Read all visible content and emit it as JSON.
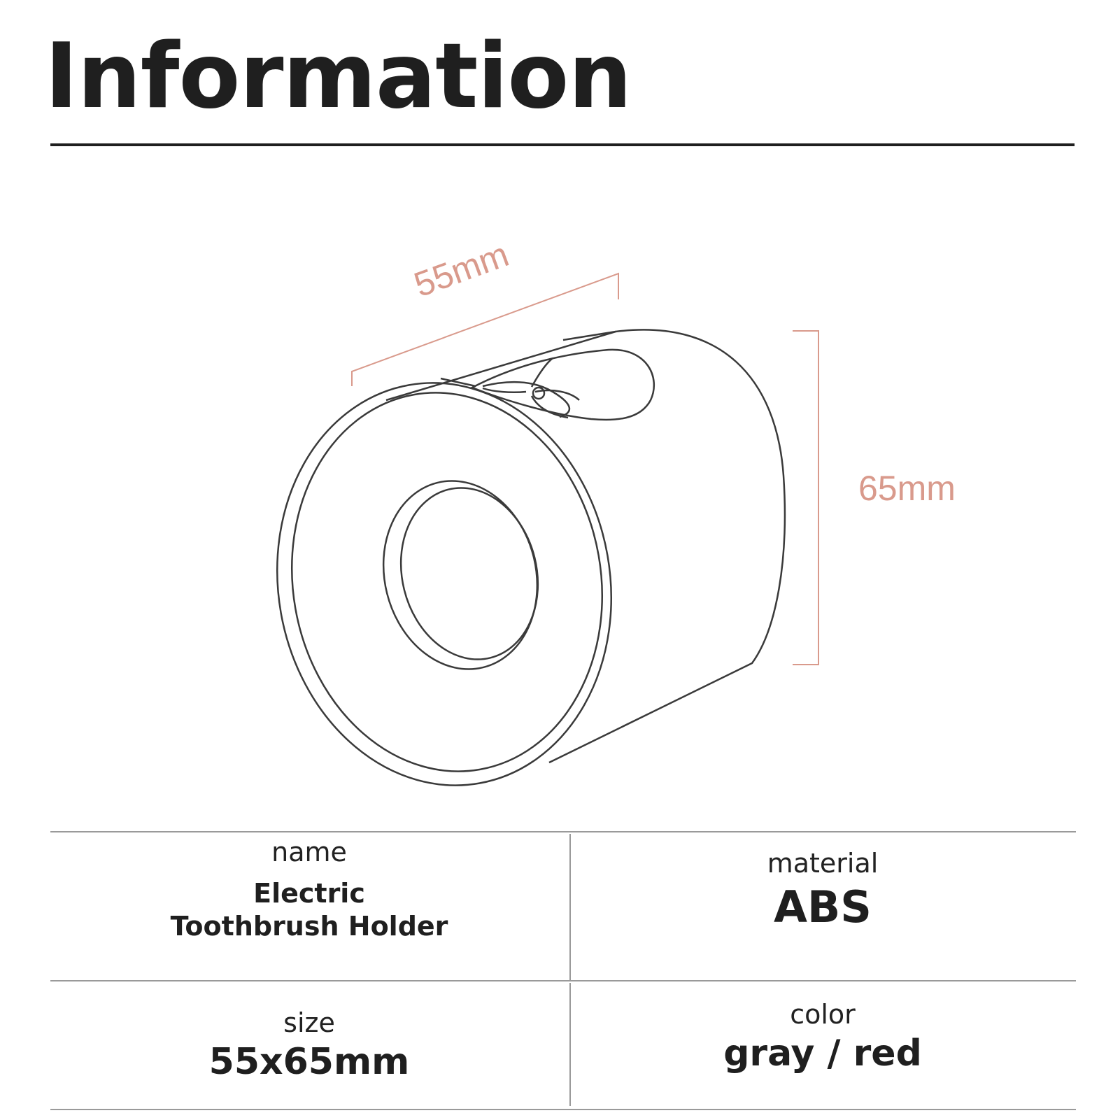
{
  "header": {
    "title": "Information"
  },
  "drawing": {
    "width_label": "55mm",
    "height_label": "65mm",
    "accent_color": "#d99a8c",
    "line_color": "#3a3a3a"
  },
  "specs": {
    "name": {
      "label": "name",
      "value_line1": "Electric",
      "value_line2": "Toothbrush Holder"
    },
    "material": {
      "label": "material",
      "value": "ABS"
    },
    "size": {
      "label": "size",
      "value": "55x65mm"
    },
    "color": {
      "label": "color",
      "value": "gray / red"
    }
  }
}
